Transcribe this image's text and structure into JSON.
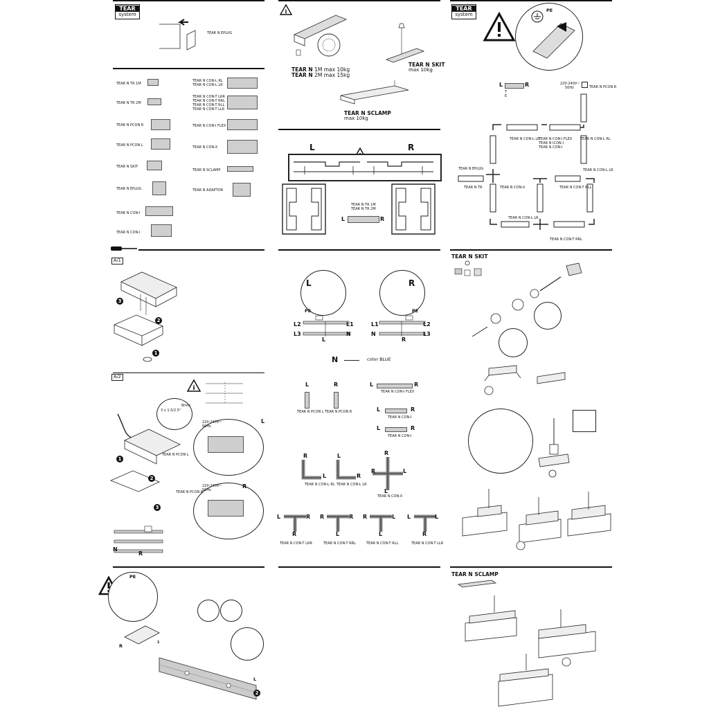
{
  "logo": {
    "brand": "TEAR",
    "sub": "system"
  },
  "panel_top_left": {
    "eplug": "TEAR N EPLUG"
  },
  "parts_list": {
    "left": [
      "TEAR N TR 1M",
      "TEAR N TR 2M",
      "TEAR N PCON R",
      "TEAR N PCON L",
      "TEAR N SKIT",
      "TEAR N EPLUG",
      "TEAR N CON-I",
      "TEAR N CON-I"
    ],
    "right_1": [
      "TEAR N CON-L RL",
      "TEAR N CON-L LR"
    ],
    "right_2": [
      "TEAR N CON-T LRR",
      "TEAR N CON-T RRL",
      "TEAR N CON-T RLL",
      "TEAR N CON-T LLR"
    ],
    "right_3": "TEAR N CON-I FLEX",
    "right_4": "TEAR N CON-X",
    "right_5": "TEAR N SCLAMP",
    "right_6": "TEAR N ADAPTOR"
  },
  "loads": {
    "tr1": "TEAR N",
    "tr1_rest": "1M  max 10kg",
    "tr2": "TEAR N",
    "tr2_rest": "2M  max 15kg",
    "skit": "TEAR N SKIT",
    "skit_max": "max 10kg",
    "sclamp": "TEAR N SCLAMP",
    "sclamp_max": "max 10kg"
  },
  "profile": {
    "left": "L",
    "right": "R",
    "tr_labels": [
      "TEAR N TR 1M",
      "TEAR N TR 2M"
    ],
    "L": "L",
    "R": "R"
  },
  "layout_diagram": {
    "tr": "TEAR N TR",
    "voltage": [
      "220-240V~",
      "50Hz"
    ],
    "pcon_r": "TEAR N PCON R",
    "con_l_lr": "TEAR N CON-L LR",
    "flex": [
      "TEAR N CON-I FLEX",
      "TEAR N ICON-I",
      "TEAR N CON-I"
    ],
    "con_l_rl": "TEAR N CON-L RL",
    "eplug": "TEAR N EPLUG",
    "con_x": "TEAR N CON-X",
    "con_t_rll": "TEAR N CON-T RLL",
    "con_l_lr2": "TEAR N CON-L LR",
    "con_t_rrl": "TEAR N CON-T RRL",
    "con_l_lr3": "TEAR N CON-L LR",
    "pe": "PE"
  },
  "steps": {
    "a1": "A/1",
    "a2": "A/2",
    "n1": "1",
    "n2": "2",
    "n3": "3"
  },
  "wiring": {
    "L": "L",
    "R": "R",
    "PE": "PE",
    "L2": "L2",
    "L1": "L1",
    "L3": "L3",
    "N": "N",
    "n_color_label": "N",
    "n_color": "color BLUE",
    "pconl": "TEAR N PCON L",
    "pconr": "TEAR N PCON R",
    "flex": "TEAR N CON-I FLEX",
    "coni": "TEAR N CON-I",
    "coni2": "TEAR N CON-I",
    "conlrl": "TEAR N CON-L RL",
    "conllr": "TEAR N CON-L LR",
    "conx": "TEAR N CON-X",
    "t1": "TEAR N CON-T LRR",
    "t2": "TEAR N CON-T RRL",
    "t3": "TEAR N CON-T RLL",
    "t4": "TEAR N CON-T LLR"
  },
  "a2": {
    "cable": "3 x 1.5/2.5²",
    "strip": "8mm",
    "volt1": [
      "220-240V~",
      "50Hz"
    ],
    "volt2": [
      "220-240V~",
      "50Hz"
    ],
    "pconl": "TEAR N PCON L",
    "pconr": "TEAR N PCON R",
    "L": "L",
    "R": "R",
    "N": "N"
  },
  "skit": {
    "title": "TEAR N SKIT"
  },
  "sclamp": {
    "title": "TEAR N SCLAMP"
  },
  "bottom": {
    "pe": "PE",
    "R": "R",
    "L": "L",
    "n1": "1",
    "n2": "2"
  }
}
